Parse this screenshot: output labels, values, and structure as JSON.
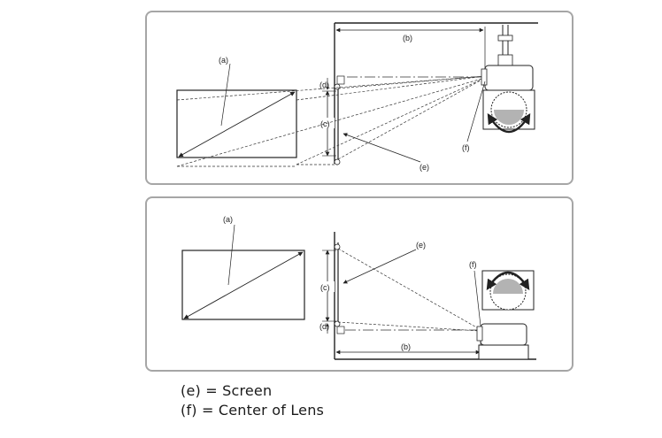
{
  "panels": {
    "top": {
      "labels": {
        "a": "(a)",
        "b": "(b)",
        "c": "(c)",
        "d": "(d)",
        "e": "(e)",
        "f": "(f)"
      }
    },
    "bottom": {
      "labels": {
        "a": "(a)",
        "b": "(b)",
        "c": "(c)",
        "d": "(d)",
        "e": "(e)",
        "f": "(f)"
      }
    }
  },
  "legend": {
    "screen": "(e) = Screen",
    "lens": "(f) = Center of Lens"
  },
  "colors": {
    "panel_border": "#a6a6a6",
    "line": "#222222",
    "lens_gray": "#b3b3b3"
  }
}
